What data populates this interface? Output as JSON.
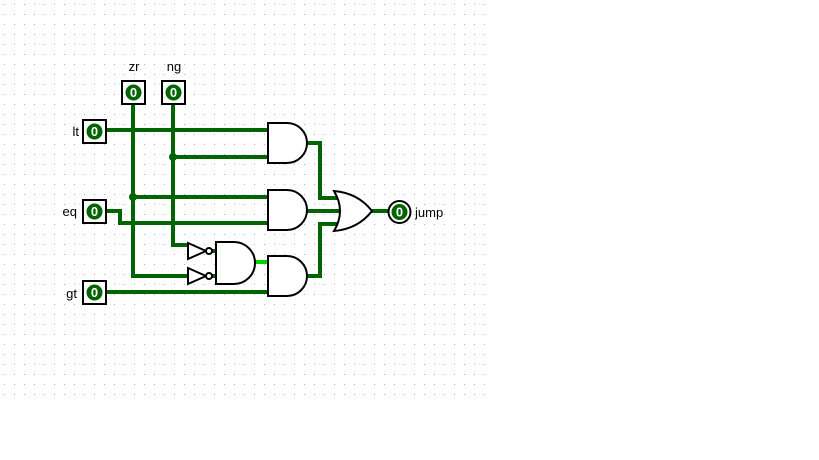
{
  "colors": {
    "background": "#ffffff",
    "grid_dot": "#b4b4b4",
    "wire_low": "#006400",
    "wire_high": "#00d200",
    "gate_stroke": "#000000",
    "pin_fill": "#006400"
  },
  "pins": {
    "zr": {
      "label": "zr",
      "value": "0"
    },
    "ng": {
      "label": "ng",
      "value": "0"
    },
    "lt": {
      "label": "lt",
      "value": "0"
    },
    "eq": {
      "label": "eq",
      "value": "0"
    },
    "gt": {
      "label": "gt",
      "value": "0"
    },
    "jump": {
      "label": "jump",
      "value": "0"
    }
  }
}
